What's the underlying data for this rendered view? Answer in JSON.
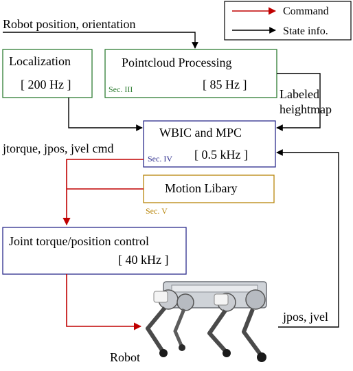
{
  "legend": {
    "command_label": "Command",
    "state_label": "State info.",
    "command_color": "#c00000",
    "state_color": "#000000"
  },
  "top_label": "Robot position, orientation",
  "boxes": {
    "localization": {
      "title": "Localization",
      "rate": "[ 200 Hz ]",
      "border_color": "#2e7d32"
    },
    "pointcloud": {
      "title": "Pointcloud Processing",
      "rate": "[ 85 Hz ]",
      "section": "Sec. III",
      "border_color": "#2e7d32"
    },
    "wbic": {
      "title": "WBIC and MPC",
      "rate": "[ 0.5 kHz ]",
      "section": "Sec. IV",
      "border_color": "#2b2b8c"
    },
    "motion": {
      "title": "Motion Libary",
      "section": "Sec. V",
      "border_color": "#b8860b"
    },
    "joint": {
      "title": "Joint torque/position control",
      "rate": "[ 40 kHz ]",
      "border_color": "#2b2b8c"
    }
  },
  "labels": {
    "heightmap_line1": "Labeled",
    "heightmap_line2": "heightmap",
    "cmd": "jtorque, jpos, jvel cmd",
    "feedback": "jpos, jvel",
    "robot": "Robot"
  },
  "robot_image_icon": "quadruped-robot-icon"
}
